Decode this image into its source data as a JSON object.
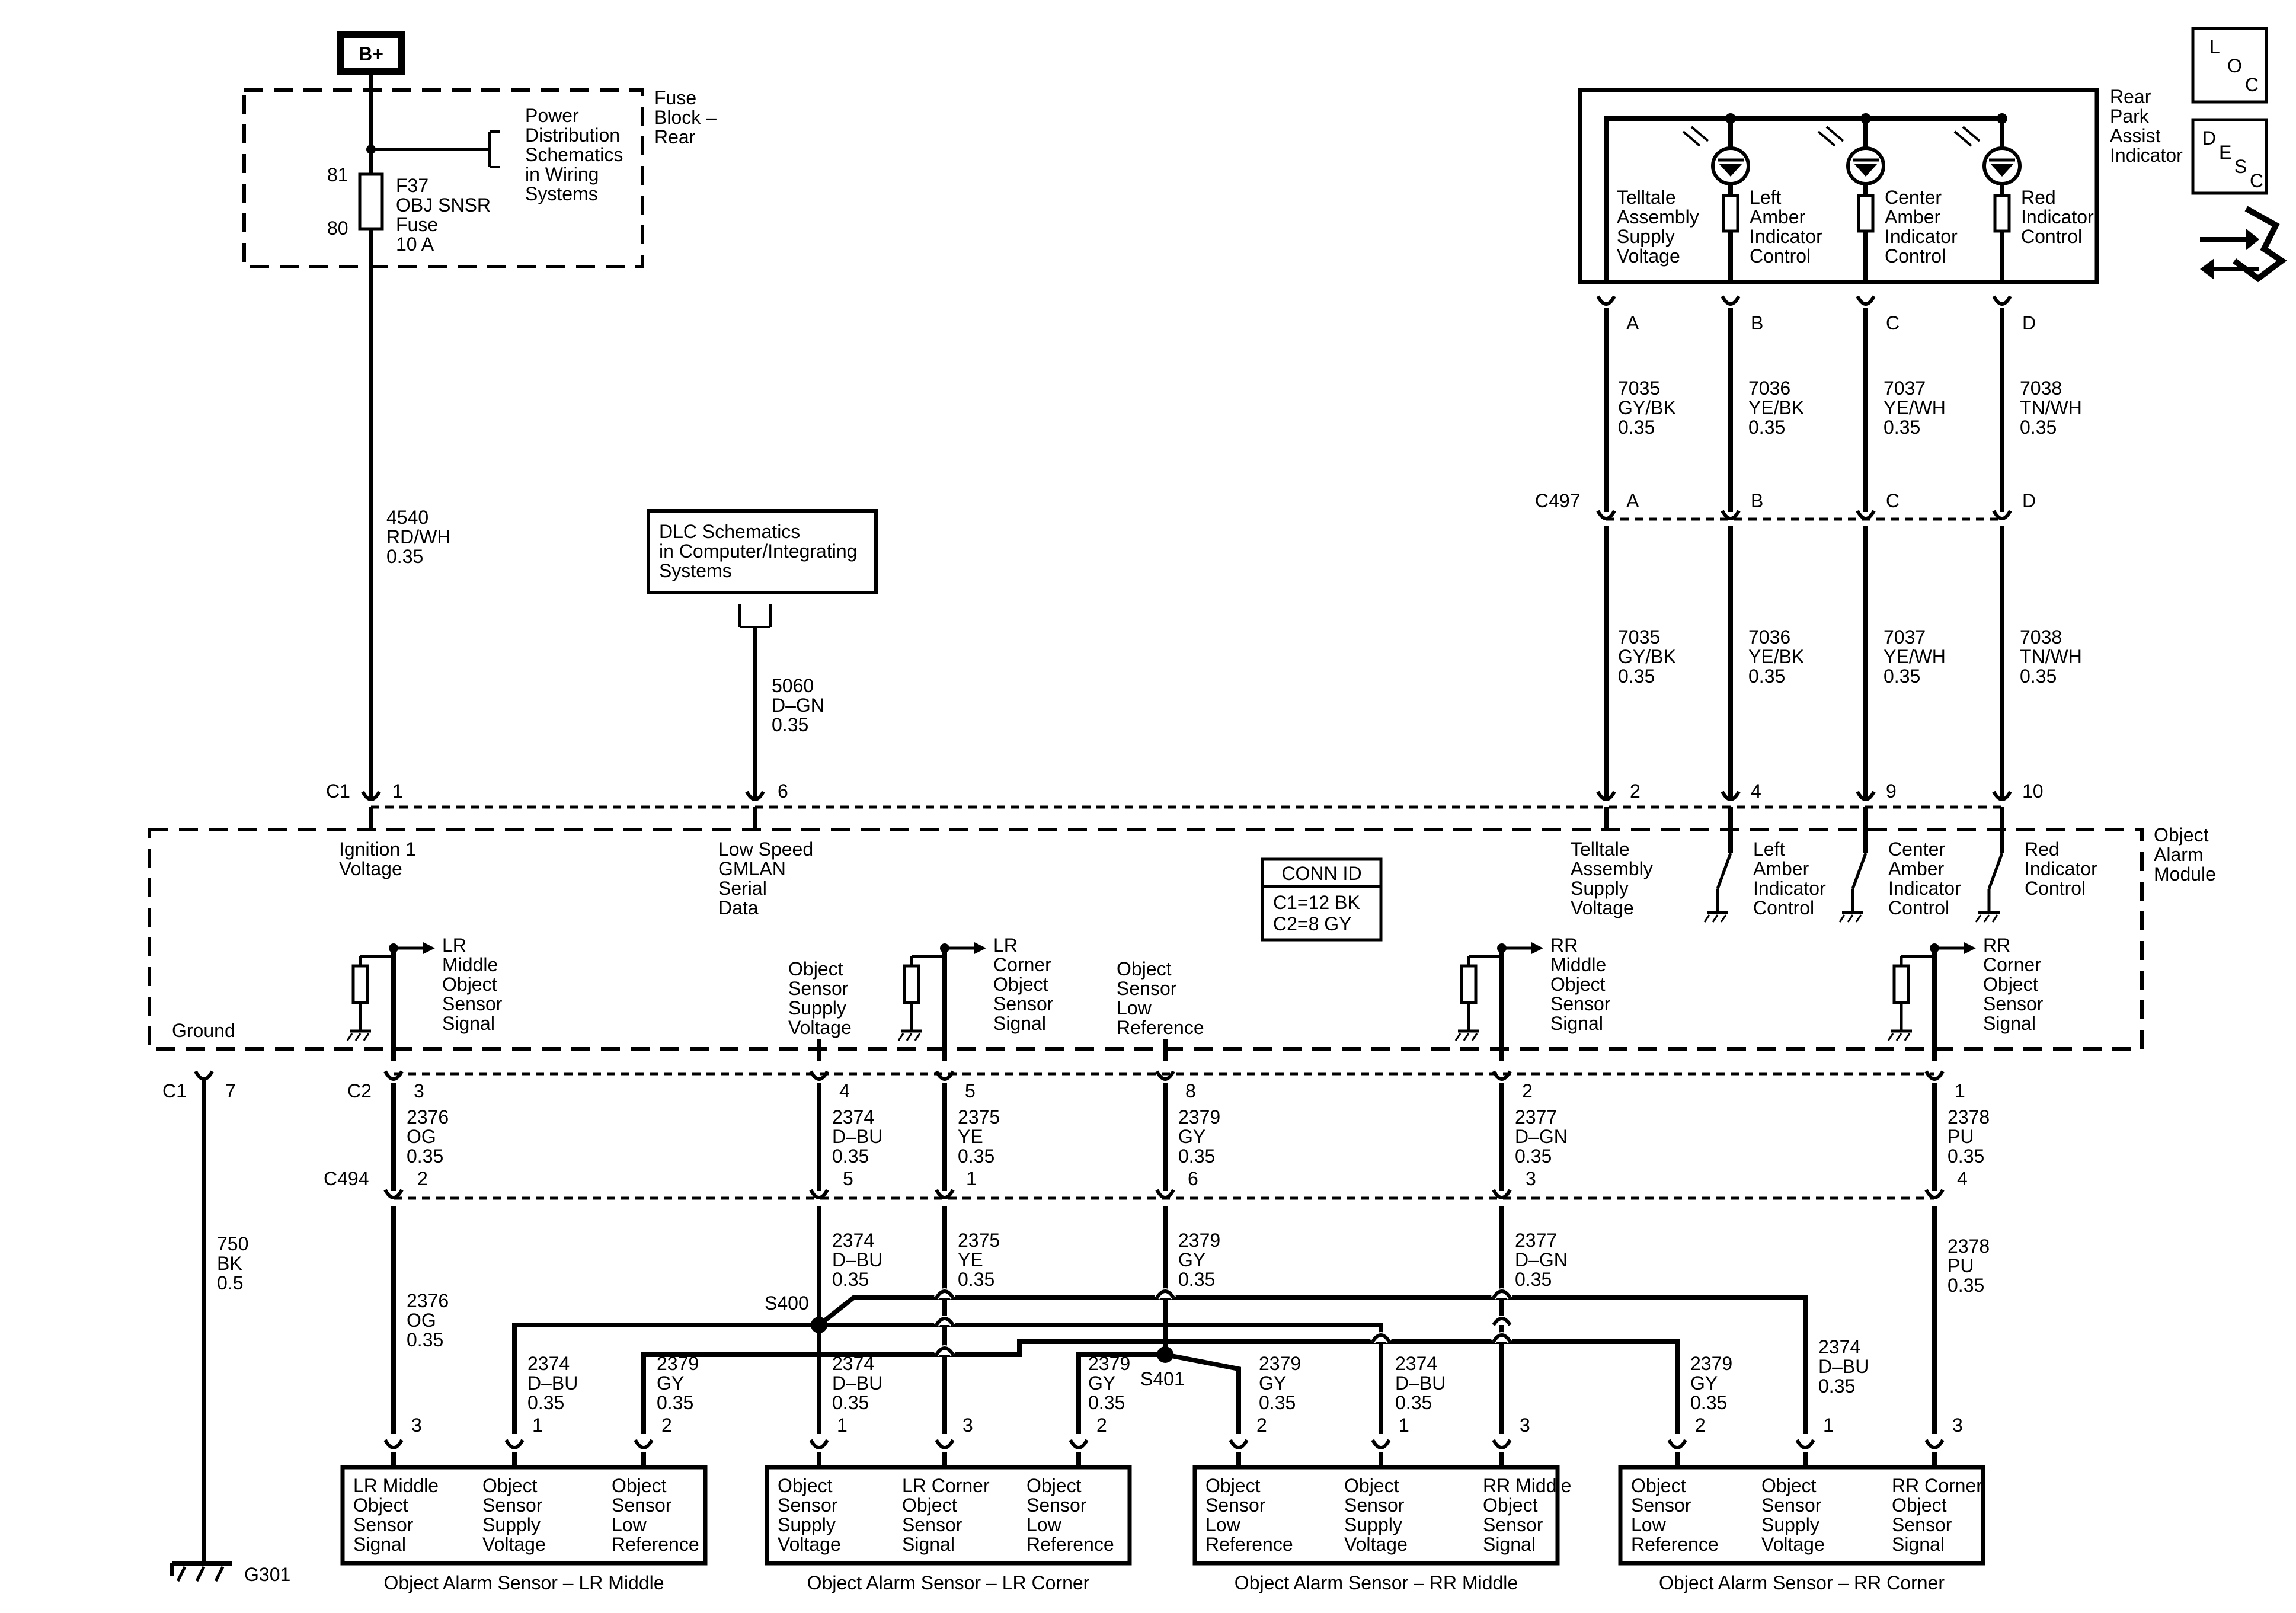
{
  "power": {
    "bplus": "B+",
    "fuse_block": [
      "Fuse",
      "Block –",
      "Rear"
    ],
    "pds_ref": [
      "Power",
      "Distribution",
      "Schematics",
      "in Wiring",
      "Systems"
    ],
    "fuse_pin_top": "81",
    "fuse_pin_bottom": "80",
    "fuse": [
      "F37",
      "OBJ SNSR",
      "Fuse",
      "10 A"
    ],
    "wire": [
      "4540",
      "RD/WH",
      "0.35"
    ]
  },
  "dlc": {
    "ref": [
      "DLC Schematics",
      "in Computer/Integrating",
      "Systems"
    ],
    "wire": [
      "5060",
      "D–GN",
      "0.35"
    ]
  },
  "nav_icons": {
    "loc": [
      "L",
      "O",
      "C"
    ],
    "desc": [
      "D",
      "E",
      "S",
      "C"
    ]
  },
  "indicator": {
    "name": [
      "Rear",
      "Park",
      "Assist",
      "Indicator"
    ],
    "cols": [
      {
        "label": [
          "Telltale",
          "Assembly",
          "Supply",
          "Voltage"
        ],
        "pin": "A",
        "wire_top": [
          "7035",
          "GY/BK",
          "0.35"
        ],
        "c497_pin": "A",
        "wire_bottom": [
          "7035",
          "GY/BK",
          "0.35"
        ],
        "module_pin": "2"
      },
      {
        "label": [
          "Left",
          "Amber",
          "Indicator",
          "Control"
        ],
        "pin": "B",
        "wire_top": [
          "7036",
          "YE/BK",
          "0.35"
        ],
        "c497_pin": "B",
        "wire_bottom": [
          "7036",
          "YE/BK",
          "0.35"
        ],
        "module_pin": "4"
      },
      {
        "label": [
          "Center",
          "Amber",
          "Indicator",
          "Control"
        ],
        "pin": "C",
        "wire_top": [
          "7037",
          "YE/WH",
          "0.35"
        ],
        "c497_pin": "C",
        "wire_bottom": [
          "7037",
          "YE/WH",
          "0.35"
        ],
        "module_pin": "9"
      },
      {
        "label": [
          "Red",
          "Indicator",
          "Control"
        ],
        "pin": "D",
        "wire_top": [
          "7038",
          "TN/WH",
          "0.35"
        ],
        "c497_pin": "D",
        "wire_bottom": [
          "7038",
          "TN/WH",
          "0.35"
        ],
        "module_pin": "10"
      }
    ],
    "c497": "C497"
  },
  "module": {
    "name": [
      "Object",
      "Alarm",
      "Module"
    ],
    "c1": "C1",
    "c1_pin_ign": "1",
    "c1_pin_lan": "6",
    "ign_label": [
      "Ignition 1",
      "Voltage"
    ],
    "lan_label": [
      "Low Speed",
      "GMLAN",
      "Serial",
      "Data"
    ],
    "telltale_label": [
      "Telltale",
      "Assembly",
      "Supply",
      "Voltage"
    ],
    "left_amber_label": [
      "Left",
      "Amber",
      "Indicator",
      "Control"
    ],
    "center_amber_label": [
      "Center",
      "Amber",
      "Indicator",
      "Control"
    ],
    "red_label": [
      "Red",
      "Indicator",
      "Control"
    ],
    "conn_id_title": "CONN ID",
    "conn_id_lines": [
      "C1=12 BK",
      "C2=8 GY"
    ],
    "lr_middle_sig": [
      "LR",
      "Middle",
      "Object",
      "Sensor",
      "Signal"
    ],
    "supply_label": [
      "Object",
      "Sensor",
      "Supply",
      "Voltage"
    ],
    "lr_corner_sig": [
      "LR",
      "Corner",
      "Object",
      "Sensor",
      "Signal"
    ],
    "low_ref_label": [
      "Object",
      "Sensor",
      "Low",
      "Reference"
    ],
    "rr_middle_sig": [
      "RR",
      "Middle",
      "Object",
      "Sensor",
      "Signal"
    ],
    "rr_corner_sig": [
      "RR",
      "Corner",
      "Object",
      "Sensor",
      "Signal"
    ],
    "ground_label": "Ground",
    "ground_conn": "C1",
    "ground_pin": "7",
    "ground_wire": [
      "750",
      "BK",
      "0.5"
    ],
    "ground_id": "G301"
  },
  "harness": {
    "c2": "C2",
    "c494": "C494",
    "c2_pins": [
      "3",
      "4",
      "5",
      "8",
      "2",
      "1"
    ],
    "c2_wires": [
      [
        "2376",
        "OG",
        "0.35"
      ],
      [
        "2374",
        "D–BU",
        "0.35"
      ],
      [
        "2375",
        "YE",
        "0.35"
      ],
      [
        "2379",
        "GY",
        "0.35"
      ],
      [
        "2377",
        "D–GN",
        "0.35"
      ],
      [
        "2378",
        "PU",
        "0.35"
      ]
    ],
    "c494_pins": [
      "2",
      "5",
      "1",
      "6",
      "3",
      "4"
    ],
    "c494_wires": [
      [
        "2376",
        "OG",
        "0.35"
      ],
      [
        "2374",
        "D–BU",
        "0.35"
      ],
      [
        "2375",
        "YE",
        "0.35"
      ],
      [
        "2379",
        "GY",
        "0.35"
      ],
      [
        "2377",
        "D–GN",
        "0.35"
      ],
      [
        "2378",
        "PU",
        "0.35"
      ]
    ],
    "s400": "S400",
    "s401": "S401",
    "branch_supply": [
      "2374",
      "D–BU",
      "0.35"
    ],
    "branch_lowref": [
      "2379",
      "GY",
      "0.35"
    ]
  },
  "sensors": [
    {
      "title": "Object Alarm Sensor – LR Middle",
      "pins": [
        "3",
        "1",
        "2"
      ],
      "labels": [
        [
          "LR Middle",
          "Object",
          "Sensor",
          "Signal"
        ],
        [
          "Object",
          "Sensor",
          "Supply",
          "Voltage"
        ],
        [
          "Object",
          "Sensor",
          "Low",
          "Reference"
        ]
      ]
    },
    {
      "title": "Object Alarm Sensor – LR Corner",
      "pins": [
        "1",
        "3",
        "2"
      ],
      "labels": [
        [
          "Object",
          "Sensor",
          "Supply",
          "Voltage"
        ],
        [
          "LR Corner",
          "Object",
          "Sensor",
          "Signal"
        ],
        [
          "Object",
          "Sensor",
          "Low",
          "Reference"
        ]
      ]
    },
    {
      "title": "Object Alarm Sensor – RR Middle",
      "pins": [
        "2",
        "1",
        "3"
      ],
      "labels": [
        [
          "Object",
          "Sensor",
          "Low",
          "Reference"
        ],
        [
          "Object",
          "Sensor",
          "Supply",
          "Voltage"
        ],
        [
          "RR Middle",
          "Object",
          "Sensor",
          "Signal"
        ]
      ]
    },
    {
      "title": "Object Alarm Sensor – RR Corner",
      "pins": [
        "2",
        "1",
        "3"
      ],
      "labels": [
        [
          "Object",
          "Sensor",
          "Low",
          "Reference"
        ],
        [
          "Object",
          "Sensor",
          "Supply",
          "Voltage"
        ],
        [
          "RR Corner",
          "Object",
          "Sensor",
          "Signal"
        ]
      ]
    }
  ]
}
